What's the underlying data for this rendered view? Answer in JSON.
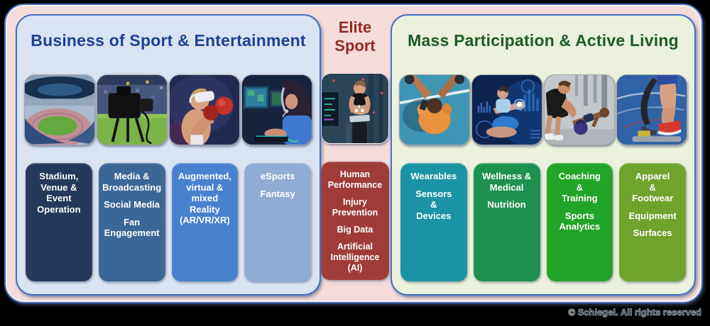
{
  "page": {
    "background_color": "#000000",
    "frame_bg": "#F4DCDB",
    "frame_border": "#4472C4",
    "copyright": "© Schlegel. All rights reserved"
  },
  "sections": {
    "business": {
      "title": "Business of Sport & Entertainment",
      "title_color": "#1C4193",
      "panel_bg": "#D9E3F2",
      "images": [
        "stadium",
        "broadcast-tv-camera",
        "vr-boxing",
        "esports-gamer"
      ],
      "boxes": [
        {
          "name": "box-stadium-venue-event",
          "bg": "#24395B",
          "paragraphs": [
            "Stadium,\nVenue &\nEvent\nOperation"
          ]
        },
        {
          "name": "box-media-broadcasting",
          "bg": "#3A6795",
          "paragraphs": [
            "Media &\nBroadcasting",
            "Social Media",
            "Fan\nEngagement"
          ]
        },
        {
          "name": "box-ar-vr-xr",
          "bg": "#4A81CF",
          "paragraphs": [
            "Augmented,\nvirtual &\nmixed\nReality\n(AR/VR/XR)"
          ]
        },
        {
          "name": "box-esports-fantasy",
          "bg": "#8FACD4",
          "paragraphs": [
            "eSports",
            "Fantasy"
          ]
        }
      ]
    },
    "elite": {
      "title": "Elite\nSport",
      "title_color": "#942A22",
      "images": [
        "athlete-treadmill-test"
      ],
      "boxes": [
        {
          "name": "box-elite-performance",
          "bg": "#A03C38",
          "paragraphs": [
            "Human\nPerformance",
            "Injury\nPrevention",
            "Big Data",
            "Artificial\nIntelligence\n(AI)"
          ]
        }
      ]
    },
    "mass": {
      "title": "Mass Participation & Active Living",
      "title_color": "#1F5C23",
      "panel_bg": "#EBF1DD",
      "images": [
        "overhead-track-workout",
        "stretching-digital-analytics",
        "gym-coaching-kettlebell",
        "prosthetic-blade-runner"
      ],
      "boxes": [
        {
          "name": "box-wearables-sensors",
          "bg": "#1B93A4",
          "paragraphs": [
            "Wearables",
            "Sensors\n&\nDevices"
          ]
        },
        {
          "name": "box-wellness-medical",
          "bg": "#1E9150",
          "paragraphs": [
            "Wellness &\nMedical",
            "Nutrition"
          ]
        },
        {
          "name": "box-coaching-training",
          "bg": "#22A428",
          "paragraphs": [
            "Coaching\n&\nTraining",
            "Sports\nAnalytics"
          ]
        },
        {
          "name": "box-apparel-equipment",
          "bg": "#6FA42C",
          "paragraphs": [
            "Apparel\n&\nFootwear",
            "Equipment",
            "Surfaces"
          ]
        }
      ]
    }
  }
}
